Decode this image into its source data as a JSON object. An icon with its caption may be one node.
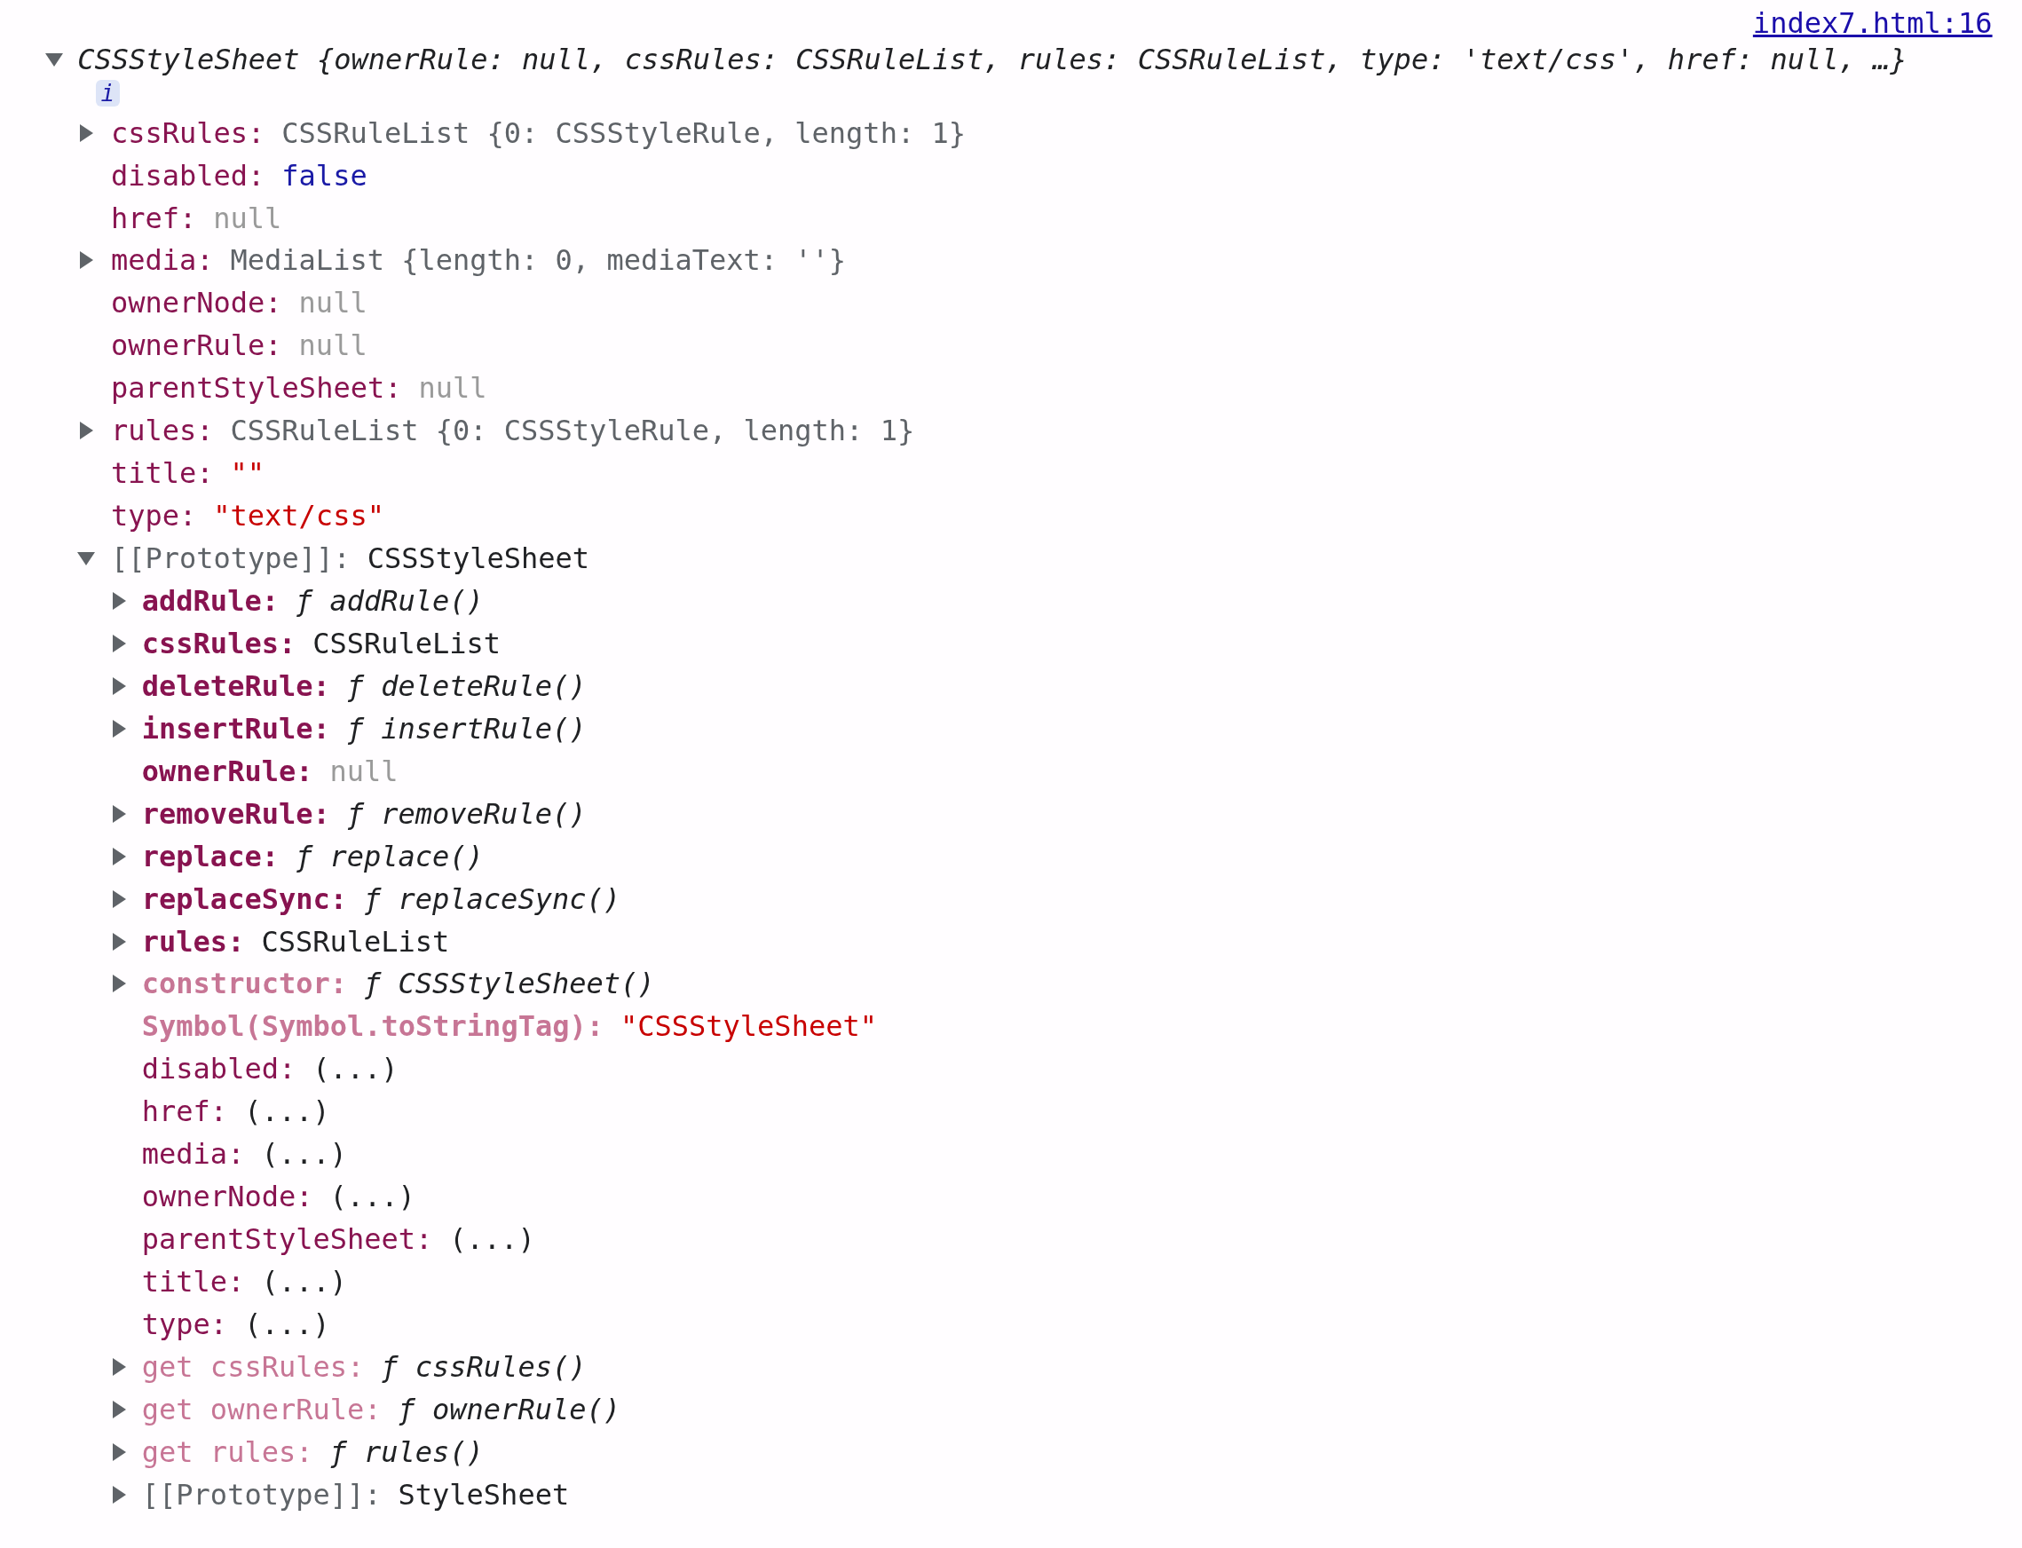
{
  "diagram": {
    "labels": [
      "index7.html:16",
      "CSSStyleSheet {ownerRule: null, cssRules: CSSRuleList, rules: CSSRuleList, type: 'text/css', href: null, …}",
      "i",
      "cssRules: CSSRuleList {0: CSSStyleRule, length: 1}",
      "disabled: false",
      "href: null",
      "media: MediaList {length: 0, mediaText: ''}",
      "ownerNode: null",
      "ownerRule: null",
      "parentStyleSheet: null",
      "rules: CSSRuleList {0: CSSStyleRule, length: 1}",
      "title: \"\"",
      "type: \"text/css\"",
      "[[Prototype]]: CSSStyleSheet",
      "addRule: ƒ addRule()",
      "cssRules: CSSRuleList",
      "deleteRule: ƒ deleteRule()",
      "insertRule: ƒ insertRule()",
      "ownerRule: null",
      "removeRule: ƒ removeRule()",
      "replace: ƒ replace()",
      "replaceSync: ƒ replaceSync()",
      "rules: CSSRuleList",
      "constructor: ƒ CSSStyleSheet()",
      "Symbol(Symbol.toStringTag): \"CSSStyleSheet\"",
      "disabled: (...)",
      "href: (...)",
      "media: (...)",
      "ownerNode: (...)",
      "parentStyleSheet: (...)",
      "title: (...)",
      "type: (...)",
      "get cssRules: ƒ cssRules()",
      "get ownerRule: ƒ ownerRule()",
      "get rules: ƒ rules()",
      "[[Prototype]]: StyleSheet"
    ]
  }
}
